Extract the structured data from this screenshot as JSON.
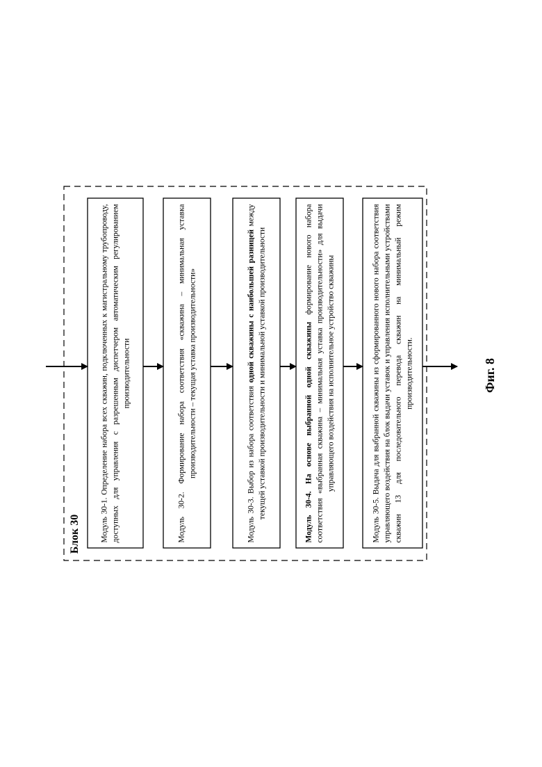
{
  "block": {
    "title": "Блок 30"
  },
  "modules": [
    {
      "prefix": "Модуль 30-1.",
      "text": " Определение набора всех скважин, подключенных к магистральному трубопроводу, доступных для управления с разрешенным диспетчером автоматическим регулированием производительности",
      "prefix_bold": false,
      "bold_phrase": ""
    },
    {
      "prefix": "Модуль 30-2.",
      "text": " Формирование набора соответствия «скважина – минимальная уставка производительности – текущая уставка производительности»",
      "prefix_bold": false,
      "bold_phrase": ""
    },
    {
      "prefix": "Модуль 30-3.",
      "text": " Выбор из набора соответствия ",
      "prefix_bold": false,
      "bold_phrase": "одной скважины с наибольшей разницей",
      "text_after": " между текущей уставкой производительности и минимальной уставкой производительности"
    },
    {
      "prefix": "Модуль 30-4.",
      "text": " ",
      "prefix_bold": true,
      "bold_phrase": "На основе выбранной одной скважины",
      "text_after": " формирование нового набора соответствия «выбранная скважина – минимальная уставка производительности» для выдачи управляющего воздействия на исполнительное устройство скважины"
    },
    {
      "prefix": "Модуль 30-5.",
      "text": " Выдача для выбранной скважины из сформированного нового набора соответствия управляющего воздействия на блок выдачи уставок и управления исполнительными устройствами скважин 13 для последовательного перевода скважин на минимальный режим производительности.",
      "prefix_bold": false,
      "bold_phrase": ""
    }
  ],
  "figure": {
    "label": "Фиг. 8"
  }
}
